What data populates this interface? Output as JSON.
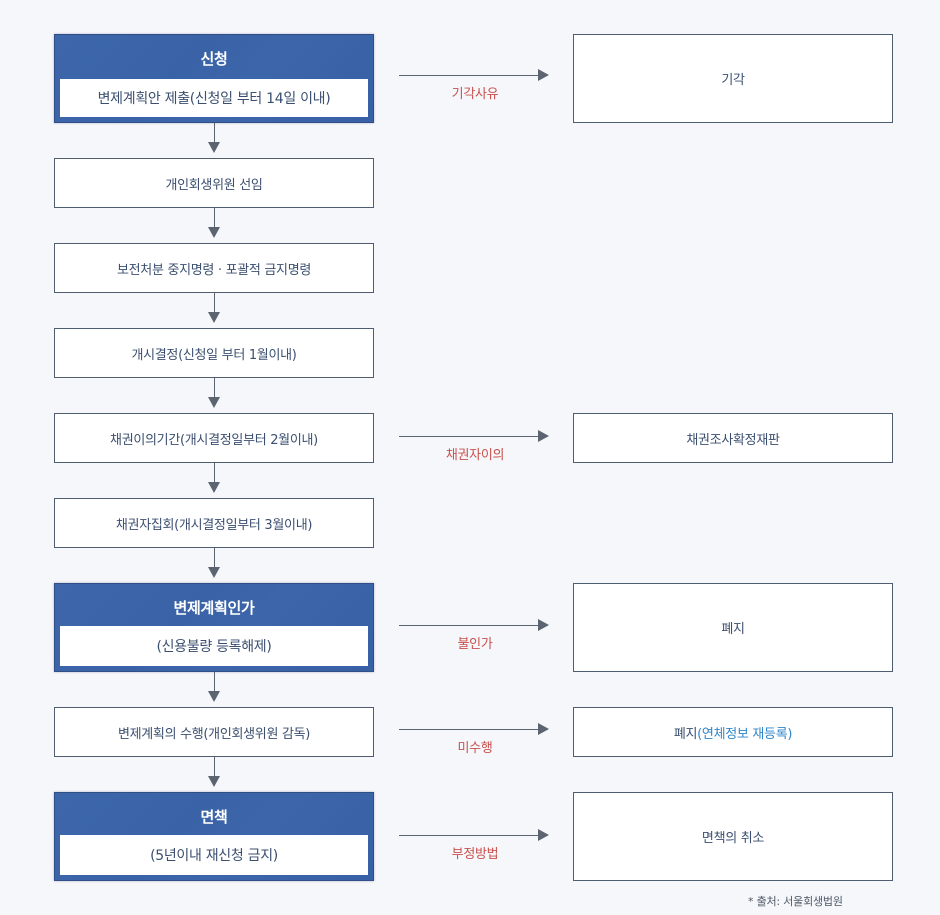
{
  "diagram": {
    "main_flow": [
      {
        "id": "apply",
        "type": "highlight",
        "title": "신청",
        "subtitle": "변제계획안 제출(신청일 부터 14일 이내)"
      },
      {
        "id": "appoint",
        "type": "plain",
        "label": "개인회생위원 선임"
      },
      {
        "id": "preserve",
        "type": "plain",
        "label": "보전처분 중지명령 · 포괄적 금지명령"
      },
      {
        "id": "commence",
        "type": "plain",
        "label": "개시결정(신청일 부터 1월이내)"
      },
      {
        "id": "objection_period",
        "type": "plain",
        "label": "채권이의기간(개시결정일부터 2월이내)"
      },
      {
        "id": "creditors_meeting",
        "type": "plain",
        "label": "채권자집회(개시결정일부터 3월이내)"
      },
      {
        "id": "approval",
        "type": "highlight",
        "title": "변제계획인가",
        "subtitle": "(신용불량 등록해제)"
      },
      {
        "id": "execution",
        "type": "plain",
        "label": "변제계획의 수행(개인회생위원 감독)"
      },
      {
        "id": "discharge",
        "type": "highlight",
        "title": "면책",
        "subtitle": "(5년이내 재신청 금지)"
      }
    ],
    "branches": [
      {
        "from": "apply",
        "condition": "기각사유",
        "result": "기각"
      },
      {
        "from": "objection_period",
        "condition": "채권자이의",
        "result": "채권조사확정재판"
      },
      {
        "from": "approval",
        "condition": "불인가",
        "result": "폐지"
      },
      {
        "from": "execution",
        "condition": "미수행",
        "result_main": "폐지",
        "result_accent": "(연체정보 재등록)"
      },
      {
        "from": "discharge",
        "condition": "부정방법",
        "result": "면책의 취소"
      }
    ],
    "source_note": "* 출처: 서울회생법원"
  },
  "colors": {
    "highlight_blue": "#3d66aa",
    "condition_red": "#c9514d",
    "accent_blue": "#2f86c9",
    "text": "#3b4f70",
    "background": "#f6f7fb"
  }
}
